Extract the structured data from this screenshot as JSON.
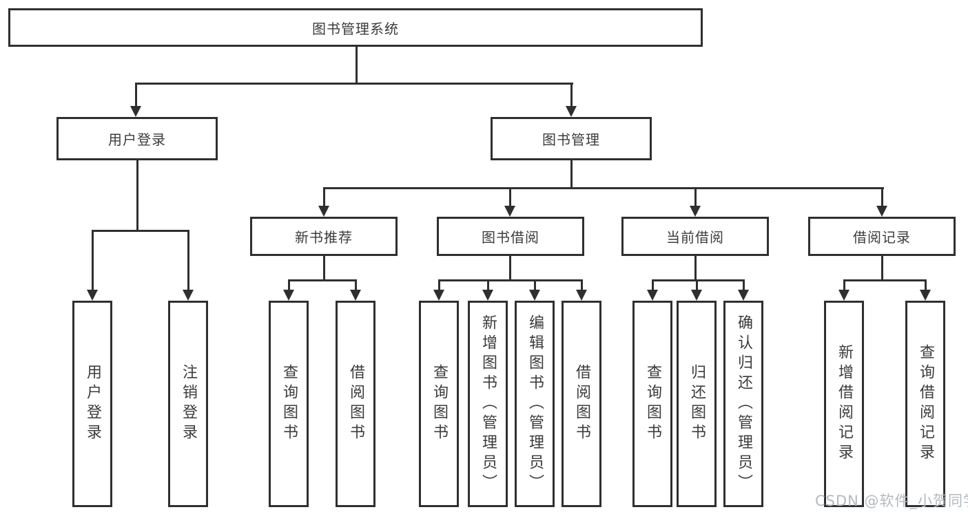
{
  "diagram": {
    "tree": {
      "root": {
        "label": "图书管理系统"
      },
      "children": [
        {
          "label": "用户登录",
          "children": [
            {
              "label": "用户登录"
            },
            {
              "label": "注销登录"
            }
          ]
        },
        {
          "label": "图书管理",
          "children": [
            {
              "label": "新书推荐",
              "children": [
                {
                  "label": "查询图书"
                },
                {
                  "label": "借阅图书"
                }
              ]
            },
            {
              "label": "图书借阅",
              "children": [
                {
                  "label": "查询图书"
                },
                {
                  "label": "新增图书（管理员）"
                },
                {
                  "label": "编辑图书（管理员）"
                },
                {
                  "label": "借阅图书"
                }
              ]
            },
            {
              "label": "当前借阅",
              "children": [
                {
                  "label": "查询图书"
                },
                {
                  "label": "归还图书"
                },
                {
                  "label": "确认归还（管理员）"
                }
              ]
            },
            {
              "label": "借阅记录",
              "children": [
                {
                  "label": "新增借阅记录"
                },
                {
                  "label": "查询借阅记录"
                }
              ]
            }
          ]
        }
      ]
    },
    "colors": {
      "line": "#2f2f2f",
      "text": "#3b3b3b",
      "background": "#ffffff",
      "watermark": "#b4b9bf"
    }
  },
  "watermark": {
    "text": "CSDN @软件_小贺同学"
  }
}
